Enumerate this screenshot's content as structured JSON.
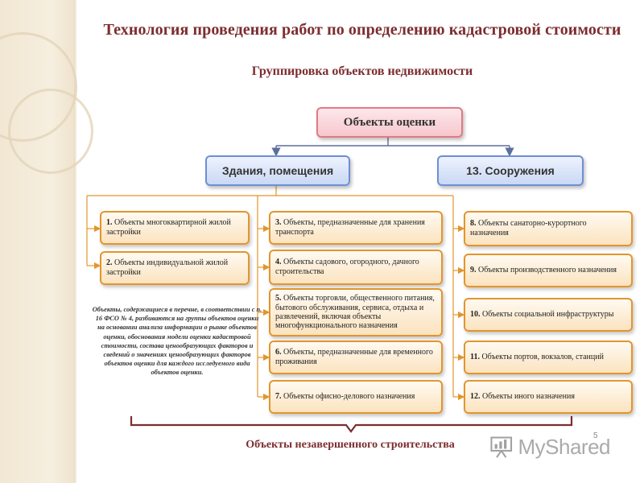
{
  "header": {
    "title": "Технология проведения работ по определению кадастровой стоимости",
    "subtitle": "Группировка объектов недвижимости"
  },
  "diagram": {
    "root": "Объекты оценки",
    "branch_left": "Здания, помещения",
    "branch_right": "13. Сооружения",
    "col1": [
      {
        "num": "1.",
        "text": "Объекты многоквартирной жилой застройки"
      },
      {
        "num": "2.",
        "text": "Объекты индивидуальной жилой застройки"
      }
    ],
    "col2": [
      {
        "num": "3.",
        "text": "Объекты, предназначенные для хранения транспорта"
      },
      {
        "num": "4.",
        "text": "Объекты садового, огородного, дачного строительства"
      },
      {
        "num": "5.",
        "text": "Объекты торговли, общественного питания, бытового обслуживания, сервиса, отдыха и развлечений, включая объекты многофункционального назначения"
      },
      {
        "num": "6.",
        "text": "Объекты, предназначенные для временного проживания"
      },
      {
        "num": "7.",
        "text": "Объекты офисно-делового назначения"
      }
    ],
    "col3": [
      {
        "num": "8.",
        "text": "Объекты санаторно-курортного назначения"
      },
      {
        "num": "9.",
        "text": "Объекты производственного назначения"
      },
      {
        "num": "10.",
        "text": "Объекты социальной инфраструктуры"
      },
      {
        "num": "11.",
        "text": " Объекты портов, вокзалов, станций"
      },
      {
        "num": "12.",
        "text": "Объекты иного назначения"
      }
    ],
    "note": "Объекты, содержащиеся в перечне, в соответствии с п. 16 ФСО № 4, разбиваются на группы объектов оценки на основании анализа информации о рынке объектов оценки, обоснования модели оценки кадастровой стоимости, состава ценообразующих факторов и сведений о значениях ценообразующих факторов объектов оценки для каждого исследуемого вида объектов оценки.",
    "bottom": "Объекты незавершенного строительства"
  },
  "footer": {
    "page_number": "5",
    "logo_text": "MyShared"
  },
  "colors": {
    "title": "#7d2d2f",
    "root_border": "#e07a84",
    "branch_border": "#6d8fd6",
    "item_border": "#e3952c",
    "connector": "#e3952c",
    "arrow": "#5b6f9a"
  },
  "icons": {
    "logo": "presentation-board-icon"
  }
}
